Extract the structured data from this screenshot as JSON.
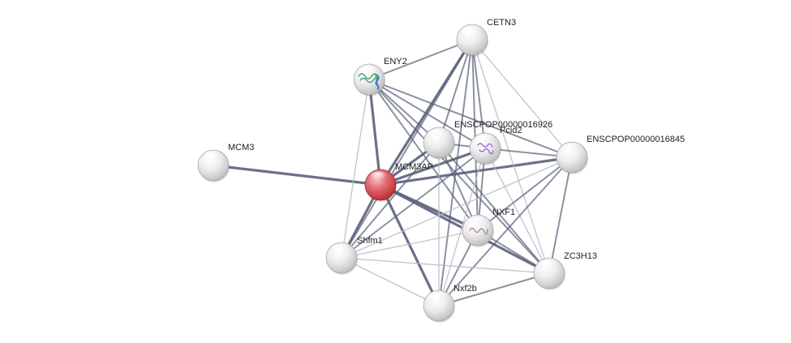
{
  "network": {
    "colors": {
      "query_node": "#d9474f",
      "node": "#e6e6e6",
      "edge_strong": "#5a627a",
      "edge_weak": "#b9bcc8"
    },
    "nodes": [
      {
        "id": "CETN3",
        "label": "CETN3",
        "query": false
      },
      {
        "id": "ENY2",
        "label": "ENY2",
        "query": false,
        "icon": "protein-structure-icon"
      },
      {
        "id": "MCM3",
        "label": "MCM3",
        "query": false
      },
      {
        "id": "ENSCPOP00000016926",
        "label": "ENSCPOP00000016926",
        "query": false
      },
      {
        "id": "Pcid2",
        "label": "Pcid2",
        "query": false,
        "icon": "protein-structure-icon"
      },
      {
        "id": "ENSCPOP00000016845",
        "label": "ENSCPOP00000016845",
        "query": false
      },
      {
        "id": "MCM3AP",
        "label": "MCM3AP",
        "query": true
      },
      {
        "id": "NXF1",
        "label": "NXF1",
        "query": false,
        "icon": "protein-structure-icon"
      },
      {
        "id": "Shfm1",
        "label": "Shfm1",
        "query": false
      },
      {
        "id": "ZC3H13",
        "label": "ZC3H13",
        "query": false
      },
      {
        "id": "Nxf2b",
        "label": "Nxf2b",
        "query": false
      }
    ],
    "edges": [
      {
        "source": "MCM3",
        "target": "MCM3AP",
        "strength": "strong"
      },
      {
        "source": "MCM3AP",
        "target": "ENY2",
        "strength": "strong"
      },
      {
        "source": "MCM3AP",
        "target": "CETN3",
        "strength": "strong"
      },
      {
        "source": "MCM3AP",
        "target": "Pcid2",
        "strength": "strong"
      },
      {
        "source": "MCM3AP",
        "target": "ENSCPOP00000016926",
        "strength": "strong"
      },
      {
        "source": "MCM3AP",
        "target": "ENSCPOP00000016845",
        "strength": "strong"
      },
      {
        "source": "MCM3AP",
        "target": "NXF1",
        "strength": "strong"
      },
      {
        "source": "MCM3AP",
        "target": "ZC3H13",
        "strength": "strong"
      },
      {
        "source": "MCM3AP",
        "target": "Shfm1",
        "strength": "strong"
      },
      {
        "source": "MCM3AP",
        "target": "Nxf2b",
        "strength": "strong"
      },
      {
        "source": "ENY2",
        "target": "CETN3",
        "strength": "medium"
      },
      {
        "source": "ENY2",
        "target": "Pcid2",
        "strength": "medium"
      },
      {
        "source": "ENY2",
        "target": "ENSCPOP00000016926",
        "strength": "medium"
      },
      {
        "source": "ENY2",
        "target": "ENSCPOP00000016845",
        "strength": "medium"
      },
      {
        "source": "ENY2",
        "target": "NXF1",
        "strength": "medium"
      },
      {
        "source": "ENY2",
        "target": "ZC3H13",
        "strength": "medium"
      },
      {
        "source": "ENY2",
        "target": "Shfm1",
        "strength": "weak"
      },
      {
        "source": "CETN3",
        "target": "ENSCPOP00000016926",
        "strength": "medium"
      },
      {
        "source": "CETN3",
        "target": "Pcid2",
        "strength": "medium"
      },
      {
        "source": "CETN3",
        "target": "ENSCPOP00000016845",
        "strength": "weak"
      },
      {
        "source": "CETN3",
        "target": "NXF1",
        "strength": "medium"
      },
      {
        "source": "CETN3",
        "target": "Shfm1",
        "strength": "medium"
      },
      {
        "source": "CETN3",
        "target": "Nxf2b",
        "strength": "medium"
      },
      {
        "source": "CETN3",
        "target": "ZC3H13",
        "strength": "weak"
      },
      {
        "source": "ENSCPOP00000016926",
        "target": "Pcid2",
        "strength": "medium"
      },
      {
        "source": "ENSCPOP00000016926",
        "target": "NXF1",
        "strength": "medium"
      },
      {
        "source": "ENSCPOP00000016926",
        "target": "Nxf2b",
        "strength": "weak"
      },
      {
        "source": "ENSCPOP00000016926",
        "target": "Shfm1",
        "strength": "medium"
      },
      {
        "source": "ENSCPOP00000016926",
        "target": "ZC3H13",
        "strength": "medium"
      },
      {
        "source": "Pcid2",
        "target": "ENSCPOP00000016845",
        "strength": "medium"
      },
      {
        "source": "Pcid2",
        "target": "NXF1",
        "strength": "medium"
      },
      {
        "source": "Pcid2",
        "target": "Shfm1",
        "strength": "medium"
      },
      {
        "source": "Pcid2",
        "target": "Nxf2b",
        "strength": "weak"
      },
      {
        "source": "Pcid2",
        "target": "ZC3H13",
        "strength": "weak"
      },
      {
        "source": "ENSCPOP00000016845",
        "target": "NXF1",
        "strength": "medium"
      },
      {
        "source": "ENSCPOP00000016845",
        "target": "ZC3H13",
        "strength": "medium"
      },
      {
        "source": "ENSCPOP00000016845",
        "target": "Shfm1",
        "strength": "weak"
      },
      {
        "source": "ENSCPOP00000016845",
        "target": "Nxf2b",
        "strength": "medium"
      },
      {
        "source": "NXF1",
        "target": "ZC3H13",
        "strength": "medium"
      },
      {
        "source": "NXF1",
        "target": "Shfm1",
        "strength": "weak"
      },
      {
        "source": "NXF1",
        "target": "Nxf2b",
        "strength": "medium"
      },
      {
        "source": "Shfm1",
        "target": "Nxf2b",
        "strength": "weak"
      },
      {
        "source": "Shfm1",
        "target": "ZC3H13",
        "strength": "weak"
      },
      {
        "source": "Nxf2b",
        "target": "ZC3H13",
        "strength": "medium"
      }
    ]
  }
}
